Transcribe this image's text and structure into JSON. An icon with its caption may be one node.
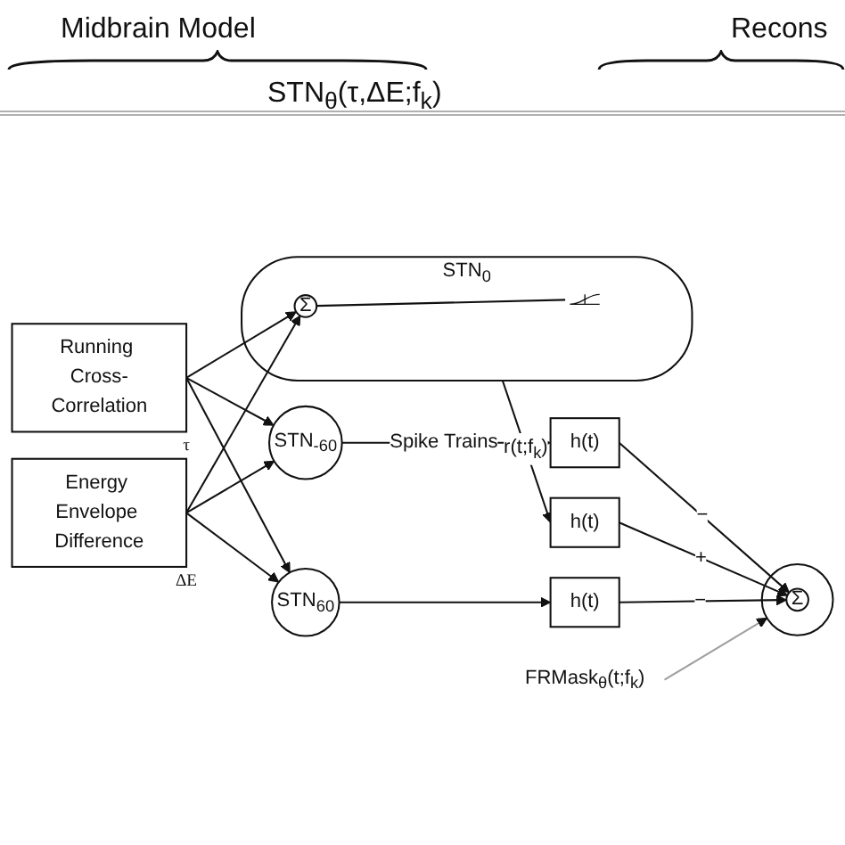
{
  "diagram": {
    "nodes": [
      {
        "text": [
          "Running Cross-Correlation"
        ],
        "beside": [
          "τ"
        ]
      },
      {
        "text": [
          "Energy Envelope Difference"
        ],
        "beside": [
          "ΔE"
        ]
      },
      {
        "text": [
          "STN$_{-60}$"
        ]
      },
      {
        "text": [
          "STN$_{0}$"
        ]
      },
      {
        "text": [
          "Σ"
        ],
        "in": 3
      },
      {
        "text": [],
        "shape": "picture",
        "in": 3
      },
      {
        "text": [
          "STN$_{60}$"
        ]
      },
      {
        "text": [
          "FRMask$_{θ}$(t;f$_{k}$)"
        ]
      },
      {
        "text": [
          "h(t)"
        ]
      },
      {
        "text": [
          "h(t)"
        ]
      },
      {
        "text": [
          "h(t)"
        ]
      },
      {
        "text": [],
        "shape": "circle"
      },
      {
        "text": [
          "Σ"
        ],
        "in": 11
      }
    ],
    "edges": [
      {
        "from": 0,
        "to": 2,
        "arrow": "to"
      },
      {
        "from": 0,
        "to": 4,
        "arrow": "to"
      },
      {
        "from": 0,
        "to": 6,
        "arrow": "to"
      },
      {
        "from": 1,
        "to": 2,
        "arrow": "to"
      },
      {
        "from": 1,
        "to": 4,
        "arrow": "to"
      },
      {
        "from": 1,
        "to": 6,
        "arrow": "to"
      },
      {
        "from": 4,
        "to": 5,
        "arrow": "none"
      },
      {
        "from": 2,
        "to": 8,
        "arrow": "to",
        "label": "Spike Trains"
      },
      {
        "from": 3,
        "to": 9,
        "arrow": "to",
        "label": "r(t;f$_{k}$)"
      },
      {
        "from": 6,
        "to": 10,
        "arrow": "to"
      },
      {
        "from": 7,
        "to": 11,
        "arrow": "to",
        "color": "#a0a0a0"
      },
      {
        "from": 8,
        "to": 12,
        "arrow": "to",
        "label": "−"
      },
      {
        "from": 9,
        "to": 12,
        "arrow": "to",
        "label": "+"
      },
      {
        "from": 10,
        "to": 12,
        "arrow": "to",
        "label": "−"
      }
    ],
    "labels": [
      "Midbrain Model",
      "Recons",
      "STN$_{θ}$(τ,ΔE;f$_{k}$)"
    ]
  }
}
